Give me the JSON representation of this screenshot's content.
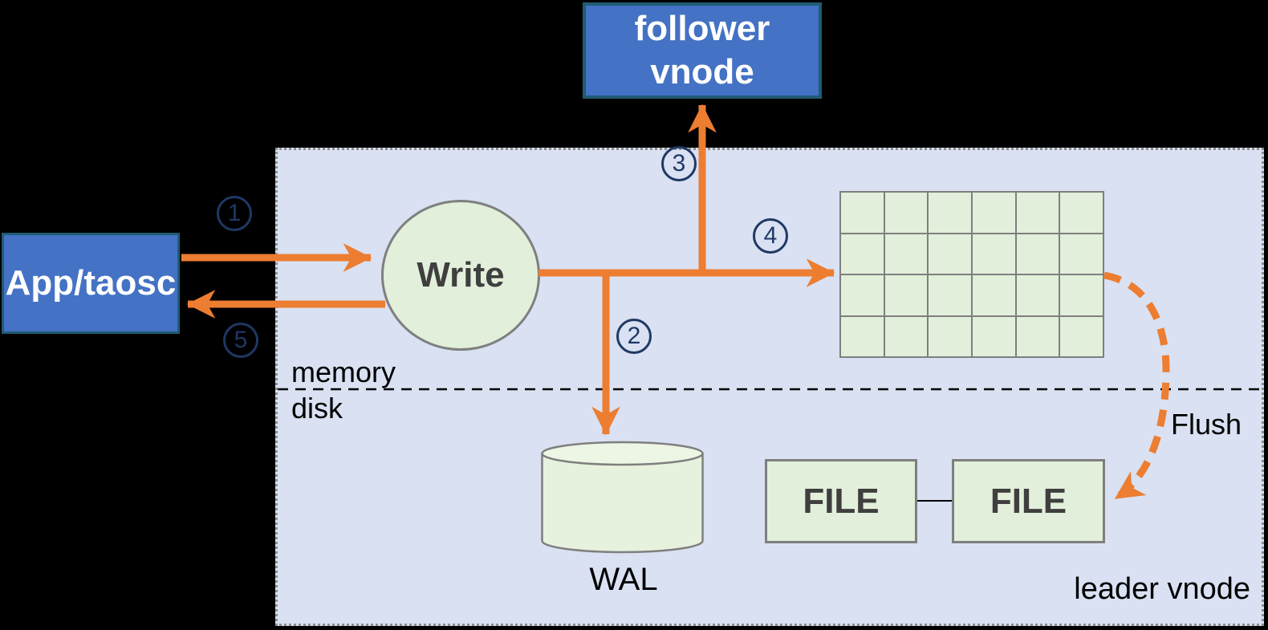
{
  "diagram": {
    "nodes": {
      "app": {
        "label": "App/taosc"
      },
      "follower_vnode": {
        "line1": "follower",
        "line2": "vnode"
      },
      "write": {
        "label": "Write"
      },
      "wal": {
        "label": "WAL"
      },
      "file_left": {
        "label": "FILE"
      },
      "file_right": {
        "label": "FILE"
      }
    },
    "labels": {
      "memory": "memory",
      "disk": "disk",
      "flush": "Flush",
      "leader_vnode": "leader vnode"
    },
    "steps": [
      "1",
      "2",
      "3",
      "4",
      "5"
    ],
    "memtable": {
      "rows": 4,
      "cols": 6
    },
    "colors": {
      "arrow_orange": "#ED7D31",
      "box_blue": "#4472C4",
      "box_border_teal": "#205C73",
      "shape_green": "#E2EFDA",
      "panel_lavender": "#D9E1F2",
      "step_navy": "#1F3864",
      "shape_border_gray": "#7F7F7F",
      "text_dark": "#3F3F3F"
    }
  }
}
